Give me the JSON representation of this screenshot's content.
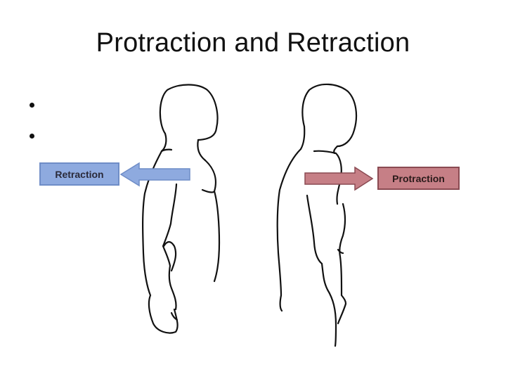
{
  "slide": {
    "title": "Protraction and Retraction",
    "bullets": [
      "",
      ""
    ],
    "labels": {
      "retraction": "Retraction",
      "protraction": "Protraction"
    },
    "colors": {
      "retraction_fill": "#8eaadf",
      "retraction_border": "#6f8dc7",
      "protraction_fill": "#c67f86",
      "protraction_border": "#8a4a52",
      "outline": "#111111"
    },
    "figures": [
      {
        "name": "left-figure",
        "arrow": "left",
        "label": "Retraction"
      },
      {
        "name": "right-figure",
        "arrow": "right",
        "label": "Protraction"
      }
    ]
  }
}
